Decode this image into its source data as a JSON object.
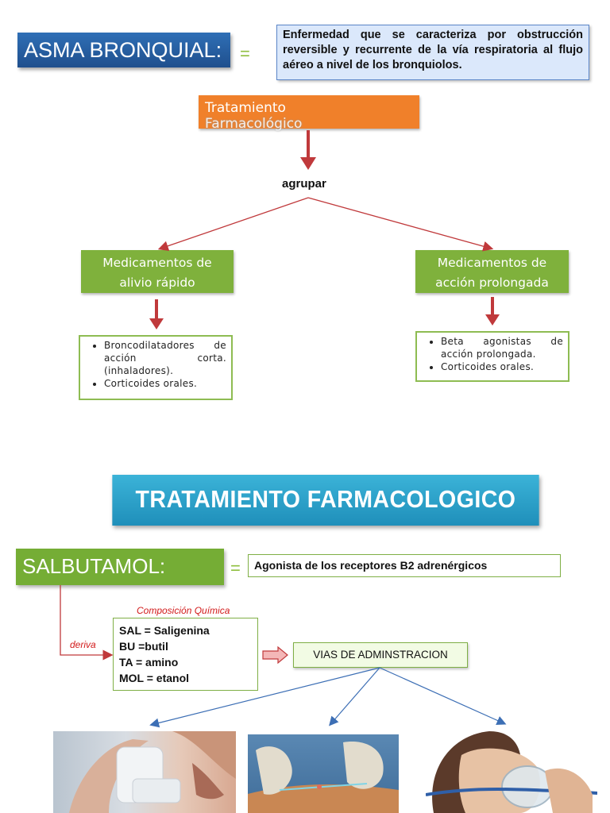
{
  "section1": {
    "title": "ASMA BRONQUIAL:",
    "equals": "=",
    "definition": "Enfermedad que se caracteriza por obstrucción reversible y recurrente de la vía respiratoria al flujo aéreo a nivel de los bronquiolos.",
    "treatment_line1": "Tratamiento",
    "treatment_line2": "Farmacológico",
    "group_label": "agrupar",
    "left_box": {
      "line1": "Medicamentos de",
      "line2": "alivio rápido"
    },
    "right_box": {
      "line1": "Medicamentos de",
      "line2": "acción prolongada"
    },
    "left_list": [
      "Broncodilatadores de acción corta. (inhaladores).",
      "Corticoides orales."
    ],
    "right_list": [
      "Beta agonistas de acción prolongada.",
      "Corticoides orales."
    ]
  },
  "section2": {
    "banner": "TRATAMIENTO FARMACOLOGICO",
    "title": "SALBUTAMOL:",
    "equals": "=",
    "definition": "Agonista de los receptores B2 adrenérgicos",
    "composition_label": "Composición Química",
    "derive_label": "deriva",
    "composition": [
      "SAL = Saligenina",
      "BU =butil",
      "TA = amino",
      "MOL = etanol"
    ],
    "routes_label": "VIAS DE ADMINSTRACION"
  },
  "images": [
    "inhaler-photo",
    "injection-photo",
    "nebulizer-mask-photo"
  ],
  "colors": {
    "blue": "#2f6fb6",
    "orange": "#f0802a",
    "green": "#7fb13c",
    "arrow_red": "#c0393b",
    "arrow_blue": "#3d6fb5",
    "banner": "#2aa3cc"
  }
}
